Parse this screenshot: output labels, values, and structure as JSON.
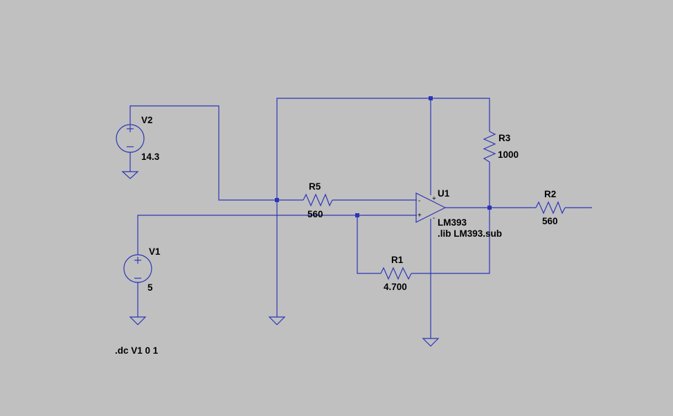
{
  "components": {
    "v2": {
      "name": "V2",
      "value": "14.3"
    },
    "v1": {
      "name": "V1",
      "value": "5"
    },
    "r5": {
      "name": "R5",
      "value": "560"
    },
    "r3": {
      "name": "R3",
      "value": "1000"
    },
    "r2": {
      "name": "R2",
      "value": "560"
    },
    "r1": {
      "name": "R1",
      "value": "4.700"
    },
    "u1": {
      "name": "U1",
      "value": "LM393",
      "lib": ".lib LM393.sub",
      "pin_plus": "+",
      "pin_minus": "-",
      "pin_in_plus": "+",
      "pin_in_minus": "-"
    }
  },
  "directive": ".dc V1 0 1",
  "colors": {
    "background": "#c0c0c0",
    "wire": "#2b35b8",
    "text": "#000000"
  }
}
